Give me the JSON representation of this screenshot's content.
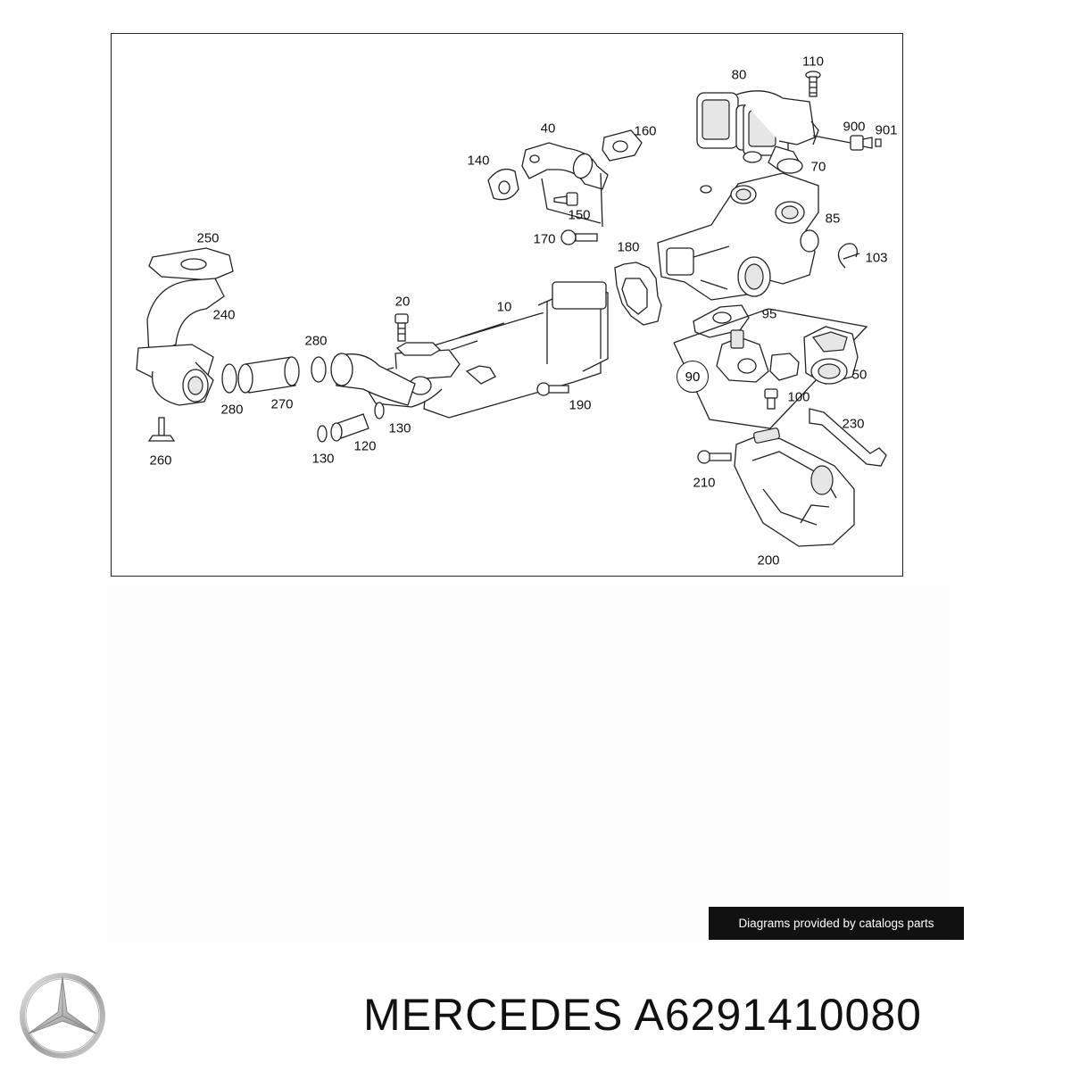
{
  "diagram": {
    "part_labels": [
      {
        "id": "80",
        "text": "80"
      },
      {
        "id": "110",
        "text": "110"
      },
      {
        "id": "900",
        "text": "900"
      },
      {
        "id": "901",
        "text": "901"
      },
      {
        "id": "70",
        "text": "70"
      },
      {
        "id": "40",
        "text": "40"
      },
      {
        "id": "160",
        "text": "160"
      },
      {
        "id": "140",
        "text": "140"
      },
      {
        "id": "150",
        "text": "150"
      },
      {
        "id": "170",
        "text": "170"
      },
      {
        "id": "85",
        "text": "85"
      },
      {
        "id": "103",
        "text": "103"
      },
      {
        "id": "180",
        "text": "180"
      },
      {
        "id": "250",
        "text": "250"
      },
      {
        "id": "240",
        "text": "240"
      },
      {
        "id": "20",
        "text": "20"
      },
      {
        "id": "10",
        "text": "10"
      },
      {
        "id": "95",
        "text": "95"
      },
      {
        "id": "280a",
        "text": "280"
      },
      {
        "id": "280b",
        "text": "280"
      },
      {
        "id": "270",
        "text": "270"
      },
      {
        "id": "50",
        "text": "50"
      },
      {
        "id": "190",
        "text": "190"
      },
      {
        "id": "100",
        "text": "100"
      },
      {
        "id": "130a",
        "text": "130"
      },
      {
        "id": "120",
        "text": "120"
      },
      {
        "id": "130b",
        "text": "130"
      },
      {
        "id": "230",
        "text": "230"
      },
      {
        "id": "260",
        "text": "260"
      },
      {
        "id": "210",
        "text": "210"
      },
      {
        "id": "200",
        "text": "200"
      }
    ],
    "callout": {
      "id": "90",
      "text": "90"
    }
  },
  "credit": "Diagrams provided by catalogs parts",
  "brand": {
    "name": "MERCEDES",
    "part_number": "A6291410080",
    "logo_icon": "mercedes-star-icon"
  }
}
